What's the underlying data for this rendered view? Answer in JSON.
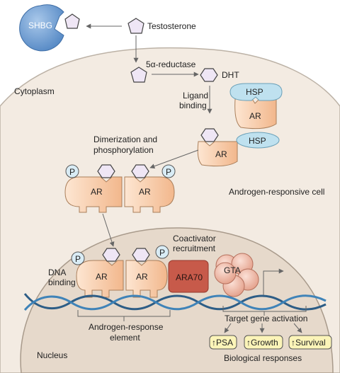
{
  "labels": {
    "shbg": "SHBG",
    "testosterone": "Testosterone",
    "reductase": "5α-reductase",
    "dht": "DHT",
    "cytoplasm": "Cytoplasm",
    "ligand_binding_1": "Ligand",
    "ligand_binding_2": "binding",
    "hsp": "HSP",
    "ar": "AR",
    "dimerization_1": "Dimerization and",
    "dimerization_2": "phosphorylation",
    "phospho": "P",
    "androgen_cell": "Androgen-responsive cell",
    "coactivator_1": "Coactivator",
    "coactivator_2": "recruitment",
    "dna_binding_1": "DNA",
    "dna_binding_2": "binding",
    "ara70": "ARA70",
    "gta": "GTA",
    "target_gene": "Target gene activation",
    "are_1": "Androgen-response",
    "are_2": "element",
    "nucleus": "Nucleus",
    "psa": "↑PSA",
    "growth": "↑Growth",
    "survival": "↑Survival",
    "bio_responses": "Biological responses"
  },
  "colors": {
    "cell_fill": "#f3ebe2",
    "nucleus_fill": "#e8dccf",
    "shbg_fill": "#6f9fd2",
    "hsp_fill": "#bfe1ef",
    "ar_fill": "#f6c9a3",
    "ara70_fill": "#c75a4a",
    "gta_fill": "#eeb8a6",
    "badge_fill": "#fbf4b8"
  }
}
